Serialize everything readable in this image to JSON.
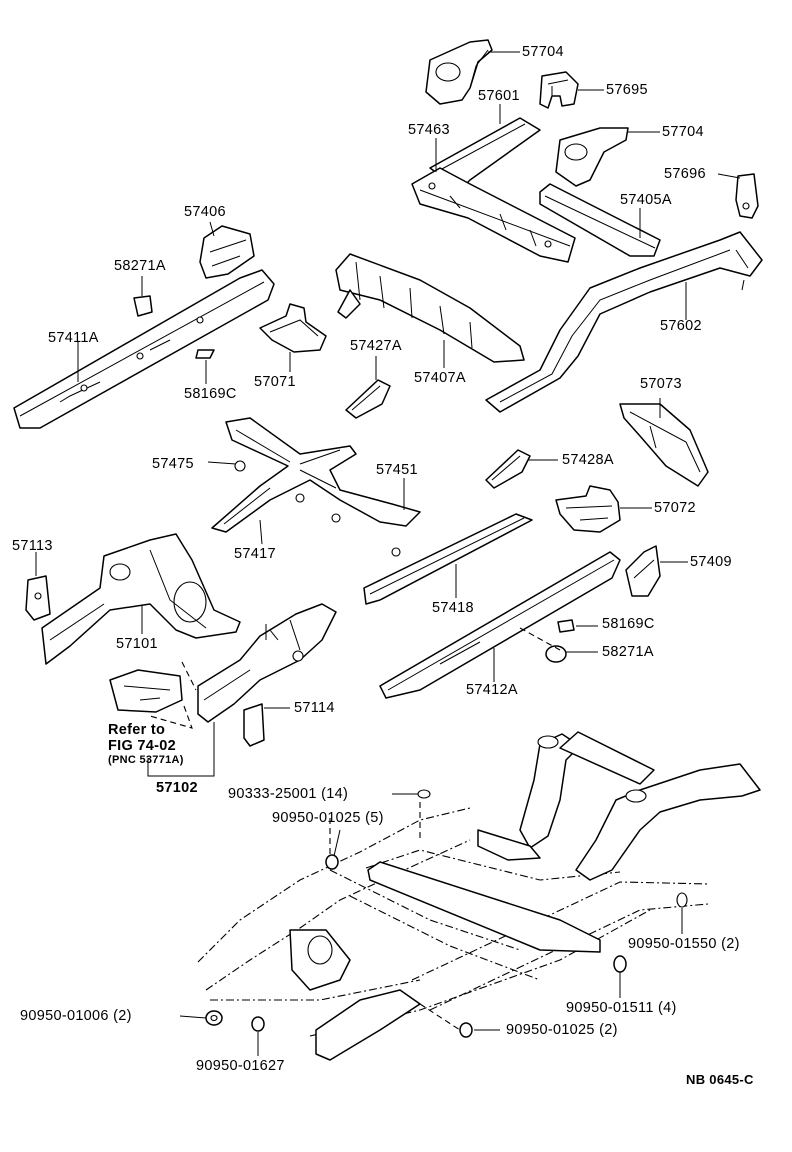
{
  "diagram": {
    "code": "NB 0645-C",
    "reference": {
      "line1": "Refer to",
      "line2": "FIG 74-02",
      "line3": "(PNC 53771A)"
    },
    "parts": {
      "p57704a": "57704",
      "p57695": "57695",
      "p57601": "57601",
      "p57463": "57463",
      "p57704b": "57704",
      "p57696": "57696",
      "p57405a": "57405A",
      "p57406": "57406",
      "p58271a_upper": "58271A",
      "p57411a": "57411A",
      "p57602": "57602",
      "p57427a": "57427A",
      "p57071": "57071",
      "p58169c_upper": "58169C",
      "p57407a": "57407A",
      "p57073": "57073",
      "p57475": "57475",
      "p57451": "57451",
      "p57428a": "57428A",
      "p57072": "57072",
      "p57113": "57113",
      "p57417": "57417",
      "p57409": "57409",
      "p57101": "57101",
      "p57418": "57418",
      "p58169c_lower": "58169C",
      "p58271a_lower": "58271A",
      "p57412a": "57412A",
      "p57114": "57114",
      "p57102": "57102",
      "p90333_25001": "90333-25001 (14)",
      "p90950_01025_5": "90950-01025 (5)",
      "p90950_01550": "90950-01550 (2)",
      "p90950_01511": "90950-01511 (4)",
      "p90950_01006": "90950-01006 (2)",
      "p90950_01025_2": "90950-01025 (2)",
      "p90950_01627": "90950-01627"
    }
  }
}
